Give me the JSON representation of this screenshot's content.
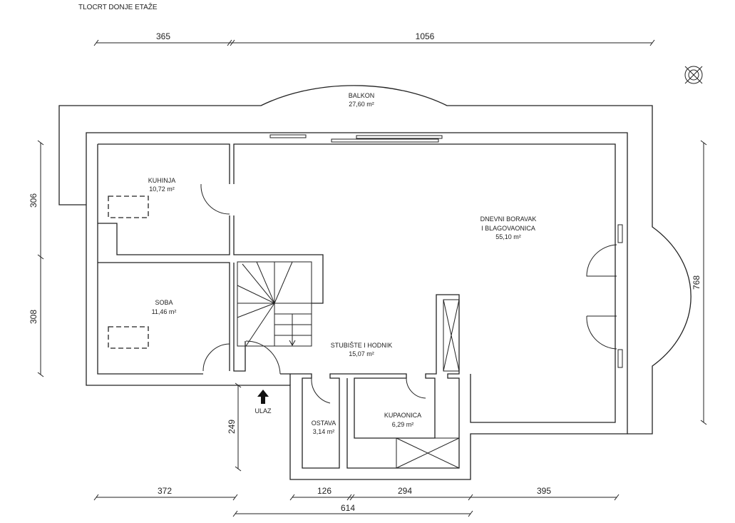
{
  "title": "TLOCRT DONJE ETAŽE",
  "rooms": {
    "balkon": {
      "name": "BALKON",
      "area": "27,60 m²"
    },
    "kuhinja": {
      "name": "KUHINJA",
      "area": "10,72 m²"
    },
    "dnevni": {
      "name1": "DNEVNI BORAVAK",
      "name2": "I BLAGOVAONICA",
      "area": "55,10 m²"
    },
    "soba": {
      "name": "SOBA",
      "area": "11,46 m²"
    },
    "stubiste": {
      "name": "STUBIŠTE I HODNIK",
      "area": "15,07 m²"
    },
    "ostava": {
      "name": "OSTAVA",
      "area": "3,14 m²"
    },
    "kupaonica": {
      "name": "KUPAONICA",
      "area": "6,29 m²"
    }
  },
  "entrance": "ULAZ",
  "dimensions": {
    "top_left": "365",
    "top_right": "1056",
    "left_upper": "306",
    "left_lower": "308",
    "right": "768",
    "entrance_depth": "249",
    "bottom_1": "372",
    "bottom_2": "126",
    "bottom_3": "294",
    "bottom_4": "395",
    "bottom_total": "614"
  }
}
